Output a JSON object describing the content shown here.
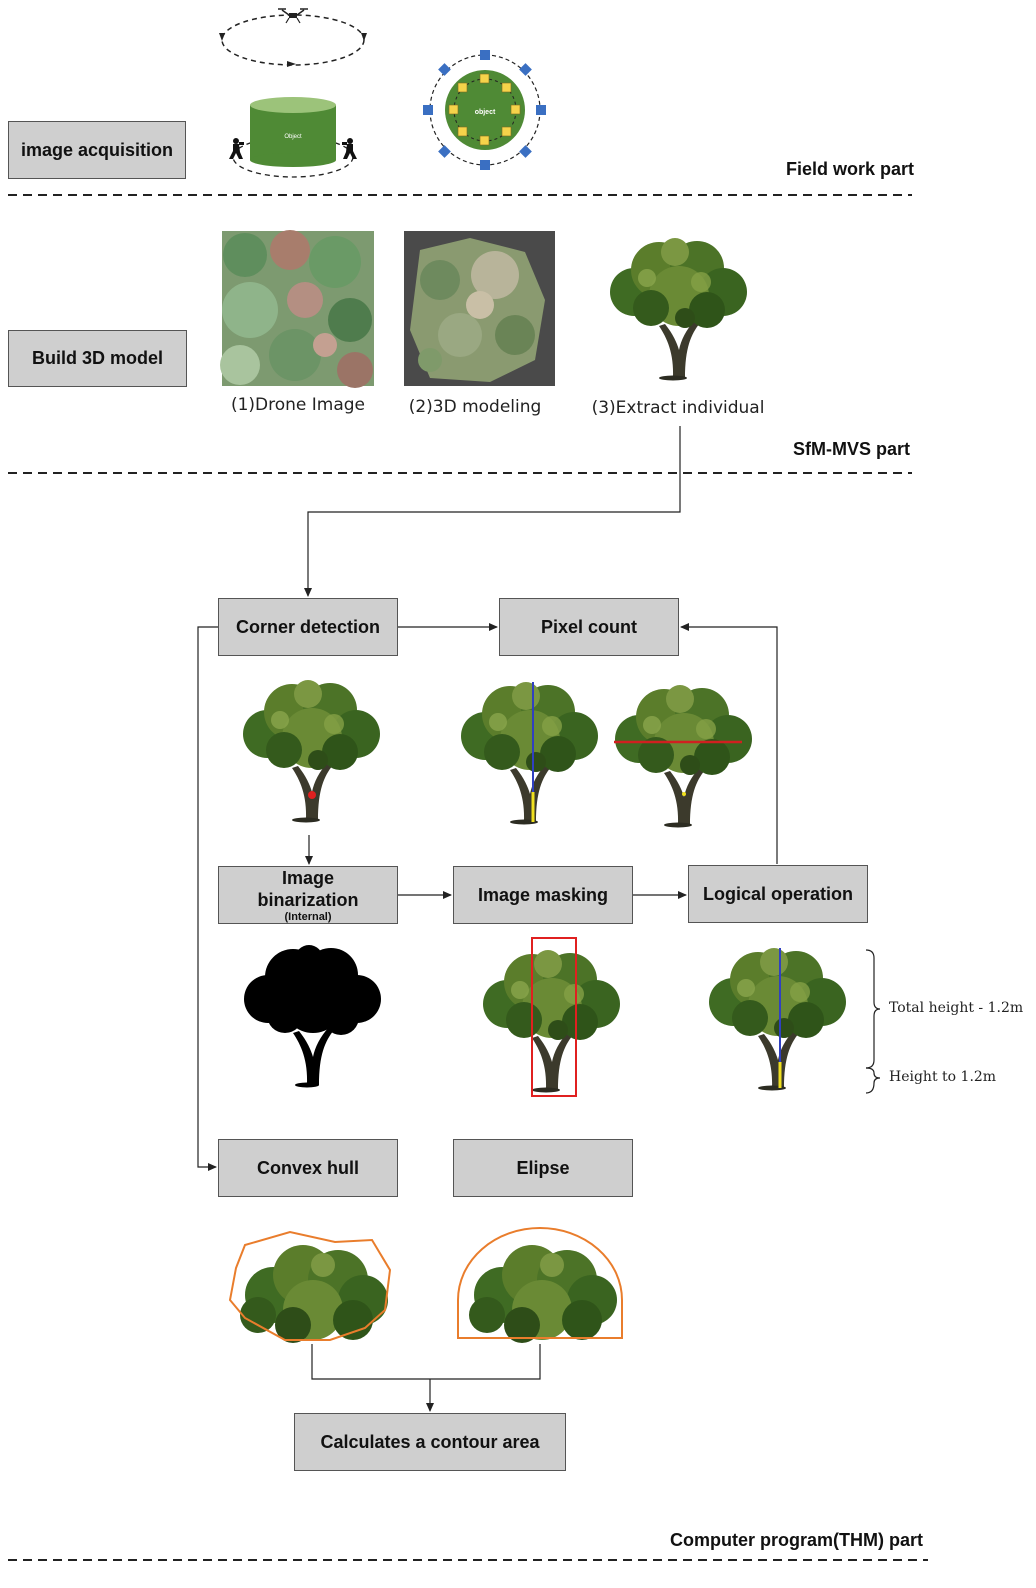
{
  "sections": {
    "field": "Field work part",
    "sfm": "SfM-MVS part",
    "computer": "Computer program(THM) part"
  },
  "stages": {
    "image_acquisition": "image acquisition",
    "build_3d": "Build 3D model"
  },
  "figure_labels": {
    "cylinder_object": "Object",
    "ring_object": "object"
  },
  "captions": {
    "drone": "(1)Drone Image",
    "modeling": "(2)3D modeling",
    "extract": "(3)Extract individual"
  },
  "boxes": {
    "corner": "Corner detection",
    "pixel": "Pixel count",
    "binarization": "Image binarization",
    "binarization_sub": "(Internal)",
    "masking": "Image masking",
    "logical": "Logical operation",
    "convex": "Convex hull",
    "elipse": "Elipse",
    "contour": "Calculates a contour area"
  },
  "annotations": {
    "total": "Total height - 1.2m",
    "height": "Height to 1.2m"
  },
  "colors": {
    "box_fill": "#cfcfcf",
    "object_green": "#4f8a35",
    "marker_yellow": "#f5d34a",
    "marker_blue": "#3a6fc2",
    "outline_orange": "#e97d2c",
    "mask_red": "#e02020"
  }
}
